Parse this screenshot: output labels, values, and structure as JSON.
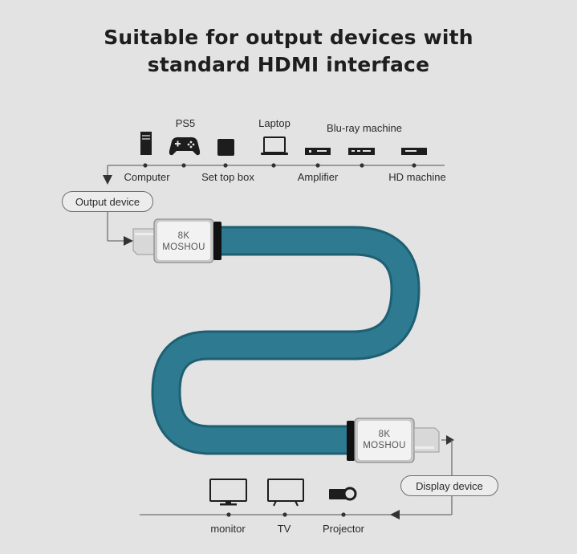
{
  "title": {
    "line1": "Suitable for output devices with",
    "line2": "standard HDMI interface"
  },
  "top_devices": {
    "upper_labels": [
      "PS5",
      "Laptop",
      "Blu-ray machine"
    ],
    "lower_labels": [
      "Computer",
      "Set top box",
      "Amplifier",
      "HD machine"
    ]
  },
  "output_label": "Output device",
  "display_label": "Display device",
  "bottom_devices": {
    "labels": [
      "monitor",
      "TV",
      "Projector"
    ]
  },
  "connector": {
    "line1": "8K",
    "line2": "MOSHOU"
  },
  "colors": {
    "cable": "#2d7a91",
    "cable_edge": "#1f5f72",
    "background": "#e3e3e3",
    "line": "#6f6f6f"
  },
  "icons": [
    "pc-tower-icon",
    "gamepad-icon",
    "set-top-box-icon",
    "laptop-icon",
    "amplifier-icon",
    "blu-ray-icon",
    "hd-machine-icon",
    "monitor-icon",
    "tv-icon",
    "projector-icon"
  ]
}
